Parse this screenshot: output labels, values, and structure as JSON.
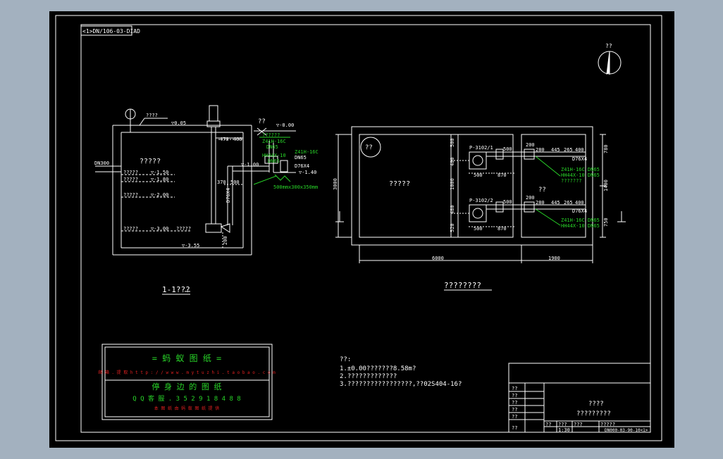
{
  "colors": {
    "frame_bg": "#a3b1bf",
    "paper": "#000000",
    "line": "#ffffff",
    "green": "#28d428",
    "red": "#e02020"
  },
  "corner_tag": "<1>DN/106-03-DIAD",
  "north_label": "??",
  "section": {
    "title": "1-1???",
    "ground_label": "????",
    "ground_level": "▽0.05",
    "tank_label": "?????",
    "pipe_in": "DN300",
    "lv_150": "▽-1.50",
    "lv_180": "▽-1.80",
    "lv_200": "▽-2.00",
    "lv_300": "▽-3.00",
    "lv_355": "▽-3.55",
    "lbl_a": "?????",
    "lbl_b": "?????",
    "lbl_c": "?????",
    "lbl_d": "?????",
    "lbl_e": "?????",
    "outlet_top": "▽-0.00",
    "q_mark": "??",
    "valve_1": "??????",
    "valve_2": "Z41H-16C",
    "valve_3": "DN65",
    "valve_4": "HH44X-10",
    "valve_5": "DN65",
    "valve_6": "Z41H-16C",
    "valve_7": "DN65",
    "pipe_d": "D76X4",
    "lv_140": "▽-1.40",
    "lv_100": "▽-1.00",
    "box": "500mmx300x350mm",
    "dim_470": "470",
    "dim_400": "400",
    "dim_370": "370",
    "dim_500": "500",
    "dim_v": "D76X4",
    "dim_200": "200"
  },
  "plan": {
    "title": "????????",
    "tank_label": "?????",
    "circle_label": "??",
    "pump1": "P-3102/1",
    "pump2": "P-3102/2",
    "q_mark": "??",
    "dim_6000": "6000",
    "dim_1900": "1900",
    "dim_3000": "3000",
    "dim_500a": "500",
    "dim_500b": "500",
    "dim_870a": "870",
    "dim_870b": "870",
    "dim_500c": "500",
    "dim_500d": "500",
    "dim_200a": "200",
    "dim_280a": "280",
    "dim_445a": "445",
    "dim_265a": "265",
    "dim_400a": "400",
    "dim_200b": "200",
    "dim_280b": "280",
    "dim_445b": "445",
    "dim_265b": "265",
    "dim_400b": "400",
    "dim_d76a": "D76X4",
    "dim_d76b": "D76X4",
    "v1a": "Z41H-16C DN65",
    "v1b": "HH44X-10 DN65",
    "v1c": "???????",
    "v2a": "Z41H-16C DN65",
    "v2b": "HH44X-10 DN65",
    "left_500": "500",
    "left_480": "480",
    "left_1000": "1000",
    "left_480b": "480",
    "left_520": "520",
    "right_780": "780",
    "right_1400": "1400",
    "right_750": "750"
  },
  "notes": {
    "title": "??:",
    "line1": "1.±0.00???????8.58m?",
    "line2": "2.?????????????",
    "line3": "3.?????????????????,??02S404-16?"
  },
  "watermark": {
    "line1": "=   蚂 蚁 图 纸   =",
    "line2": "邮 箱 . 提 取   h t t p : / / w w w . m y t u z h i . t a o b a o . c o m",
    "line3": "停 身 边 的 图 纸",
    "line4": "Q Q 客 服 .  3 5 2 9 1 8 4 8 8",
    "line5": "本 图 纸 由 蚂 蚁 图 纸 提 供"
  },
  "title_block": {
    "name": "????",
    "subname": "?????????",
    "c1": "??",
    "c2": "???",
    "c3": "???",
    "c4": "?????",
    "scale": "1:30",
    "drawing_no": "DN000-03-90-10<1>",
    "r1": "??",
    "r2": "??",
    "r3": "??",
    "r4": "??",
    "r5": "??",
    "r6": "??"
  }
}
